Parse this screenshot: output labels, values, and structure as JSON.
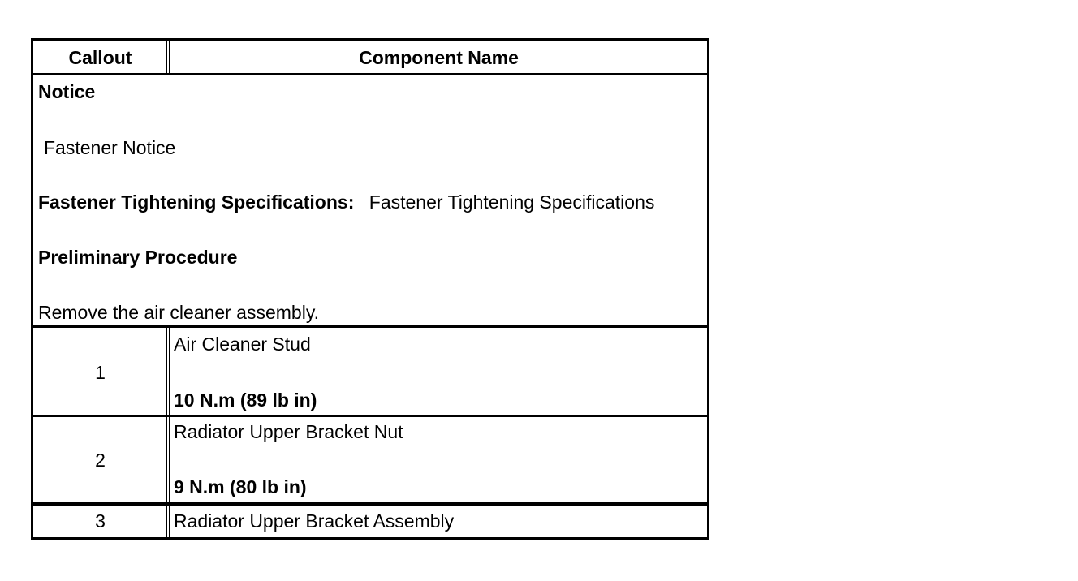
{
  "table": {
    "headers": {
      "callout": "Callout",
      "component_name": "Component Name"
    },
    "notice": {
      "heading": "Notice",
      "fastener_notice": "Fastener Notice",
      "spec_label": "Fastener Tightening Specifications:",
      "spec_value": "Fastener Tightening Specifications",
      "procedure_heading": "Preliminary Procedure",
      "procedure_step": "Remove the air cleaner assembly."
    },
    "rows": [
      {
        "callout": "1",
        "name": "Air Cleaner Stud",
        "torque": "10 N.m (89 lb in)"
      },
      {
        "callout": "2",
        "name": "Radiator Upper Bracket Nut",
        "torque": "9 N.m (80 lb in)"
      },
      {
        "callout": "3",
        "name": "Radiator Upper Bracket Assembly"
      }
    ]
  }
}
